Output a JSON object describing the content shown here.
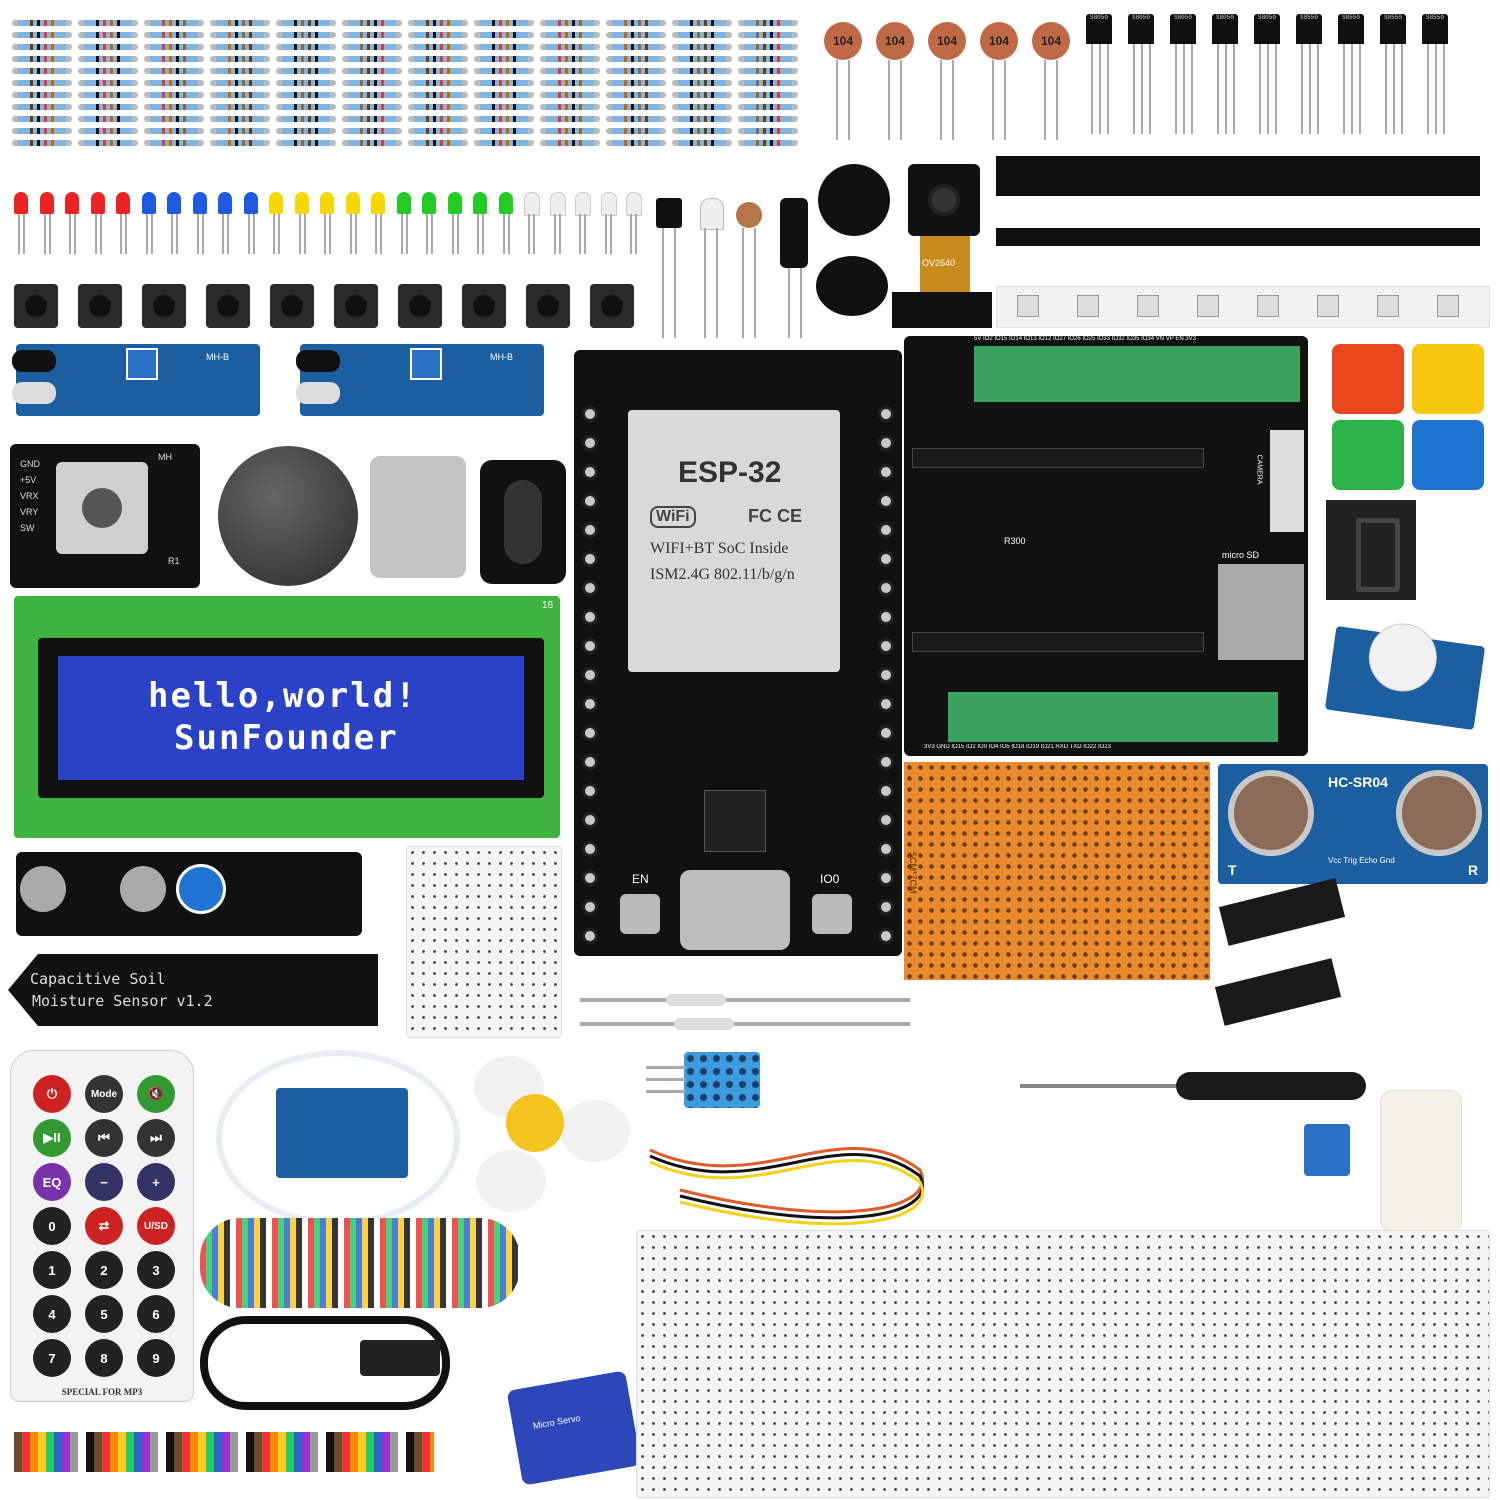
{
  "capacitors": {
    "label": "104"
  },
  "transistors": {
    "labels": [
      "S8050",
      "S8050",
      "S8050",
      "S8050",
      "S8050",
      "S8550",
      "S8550",
      "S8550",
      "S8550"
    ]
  },
  "camera": {
    "label": "OV2640"
  },
  "lcd": {
    "line1": "hello,world!",
    "line2": "SunFounder",
    "corner": "16"
  },
  "esp32": {
    "module_title": "ESP-32",
    "wifi": "WiFi",
    "fc": "FC CE",
    "line1": "WIFI+BT SoC Inside",
    "line2": "ISM2.4G 802.11/b/g/n",
    "en": "EN",
    "io0": "IO0"
  },
  "expansion": {
    "sd": "micro SD",
    "camera": "CAMERA",
    "r300": "R300",
    "top_pins": "5V IO2 IO15 IO14 IO13 IO12 IO27 IO26 IO25 IO33 IO32 IO35 IO34 VN VP EN 3V3",
    "bottom_pins": "3V3 GND IO15 IO2 IO0 IO4 IO5 IO18 IO19 IO21 RXD TXD IO22 IO23"
  },
  "ultrasonic": {
    "label": "HC-SR04",
    "t": "T",
    "r": "R",
    "pins": "Vcc Trig Echo Gnd"
  },
  "soil_sensor": {
    "line1": "Capacitive  Soil",
    "line2": "Moisture Sensor v1.2"
  },
  "protoboard": {
    "label": "5CM*7CM"
  },
  "remote": {
    "rows": [
      [
        "⏻",
        "Mode",
        "🔇"
      ],
      [
        "▶II",
        "⏮",
        "⏭"
      ],
      [
        "EQ",
        "−",
        "+"
      ],
      [
        "0",
        "⇄",
        "U/SD"
      ],
      [
        "1",
        "2",
        "3"
      ],
      [
        "4",
        "5",
        "6"
      ],
      [
        "7",
        "8",
        "9"
      ]
    ],
    "footer": "SPECIAL FOR MP3"
  },
  "joystick": {
    "pins": "GND +5V VRX VRY SW",
    "label": "MH",
    "r1": "R1"
  },
  "ir_module": {
    "label": "MH-B"
  },
  "servo": {
    "label": "Micro Servo"
  },
  "colors": {
    "pcb_blue": "#1b5fa0",
    "pcb_black": "#111111",
    "lcd_green": "#3fb33f",
    "lcd_blue": "#2a41c8",
    "protoboard": "#e98a2e"
  }
}
